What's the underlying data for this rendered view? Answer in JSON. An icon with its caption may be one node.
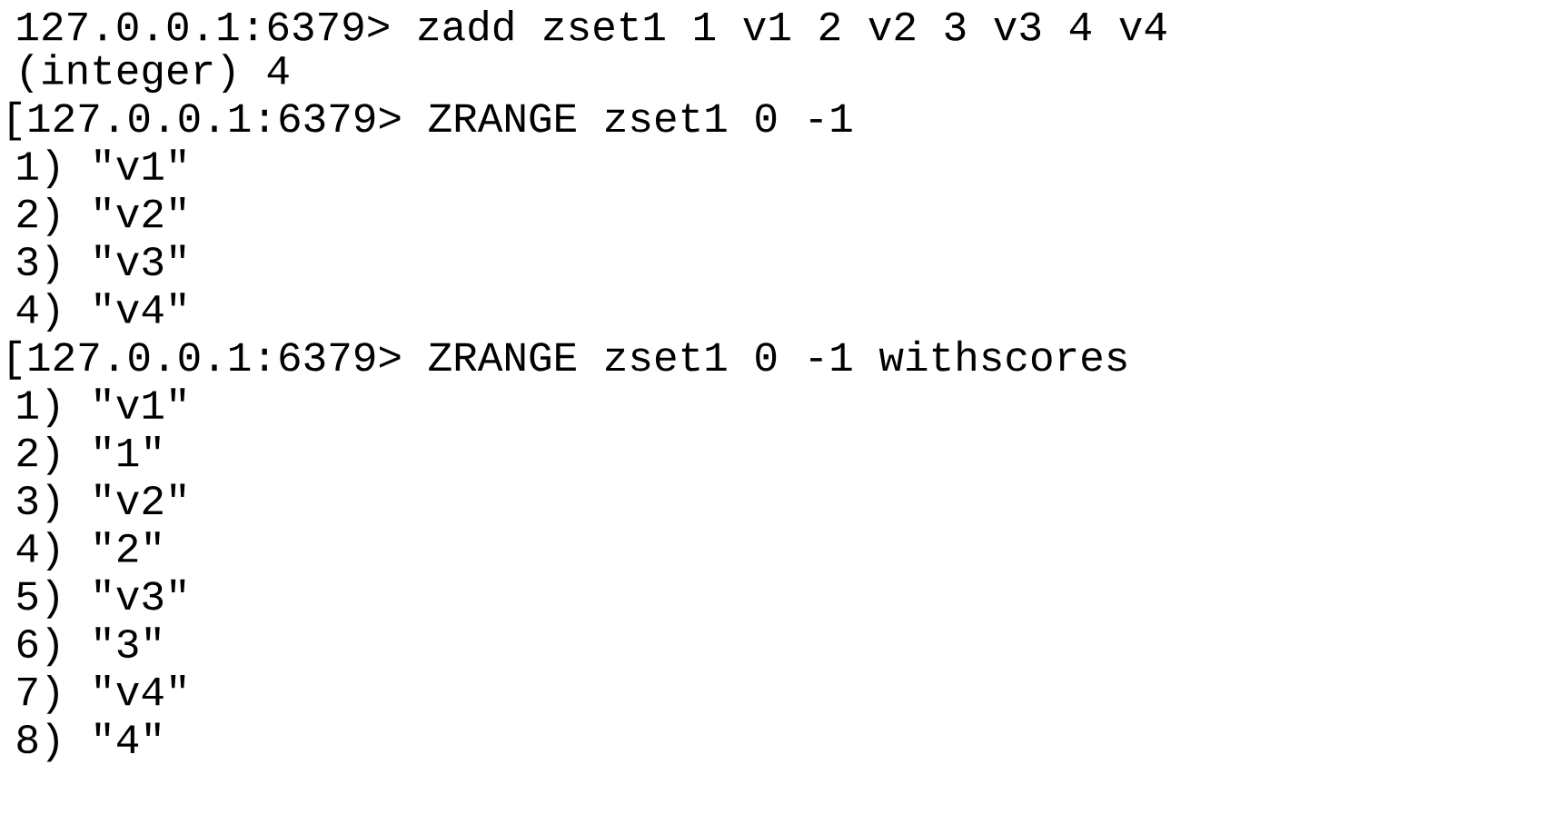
{
  "diagram": {
    "labels": [
      "127.0.0.1:6379> zadd zset1 1 v1 2 v2 3 v3 4 v4",
      "(integer) 4",
      "[127.0.0.1:6379> ZRANGE zset1 0 -1",
      "1) \"v1\"",
      "2) \"v2\"",
      "3) \"v3\"",
      "4) \"v4\"",
      "[127.0.0.1:6379> ZRANGE zset1 0 -1 withscores",
      "1) \"v1\"",
      "2) \"1\"",
      "3) \"v2\"",
      "4) \"2\"",
      "5) \"v3\"",
      "6) \"3\"",
      "7) \"v4\"",
      "8) \"4\""
    ]
  }
}
